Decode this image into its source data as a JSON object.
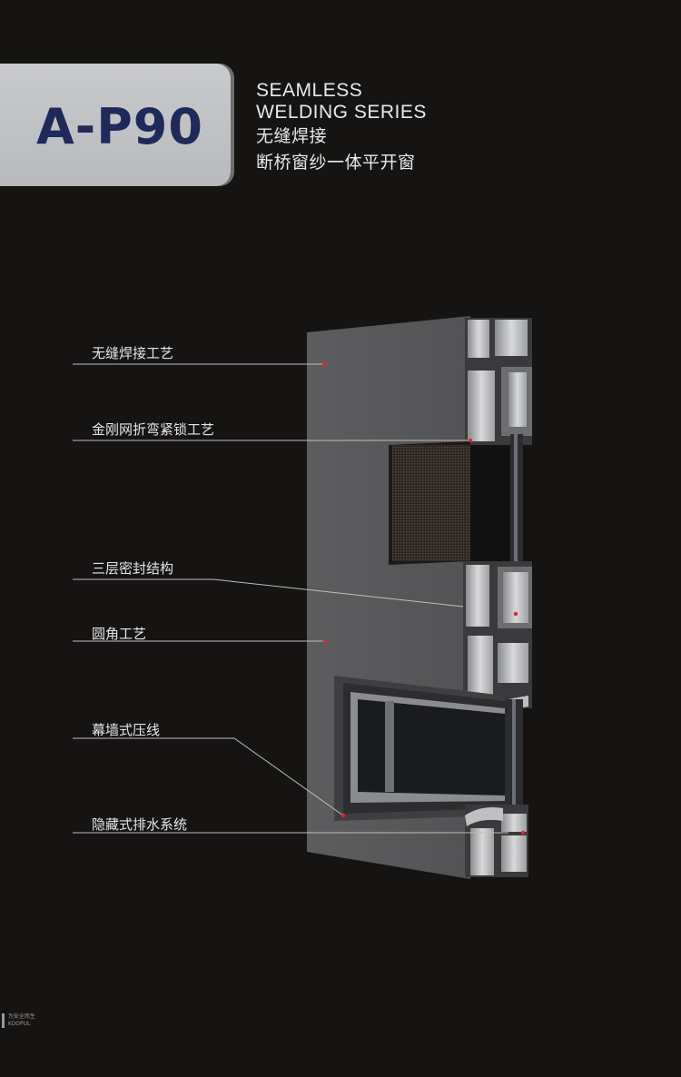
{
  "header": {
    "model": "A-P90",
    "series_line1": "SEAMLESS",
    "series_line2": "WELDING SERIES",
    "cn_line1": "无缝焊接",
    "cn_line2": "断桥窗纱一体平开窗"
  },
  "features": [
    {
      "label": "无缝焊接工艺"
    },
    {
      "label": "金刚网折弯紧锁工艺"
    },
    {
      "label": "三层密封结构"
    },
    {
      "label": "圆角工艺"
    },
    {
      "label": "幕墙式压线"
    },
    {
      "label": "隐藏式排水系统"
    }
  ],
  "footer": {
    "brand_cn": "为安全而生",
    "brand_en": "KOOPUL"
  },
  "colors": {
    "background": "#161412",
    "badge": "#c4c5c7",
    "model_text": "#1f2a5a",
    "marker": "#e0262b"
  }
}
